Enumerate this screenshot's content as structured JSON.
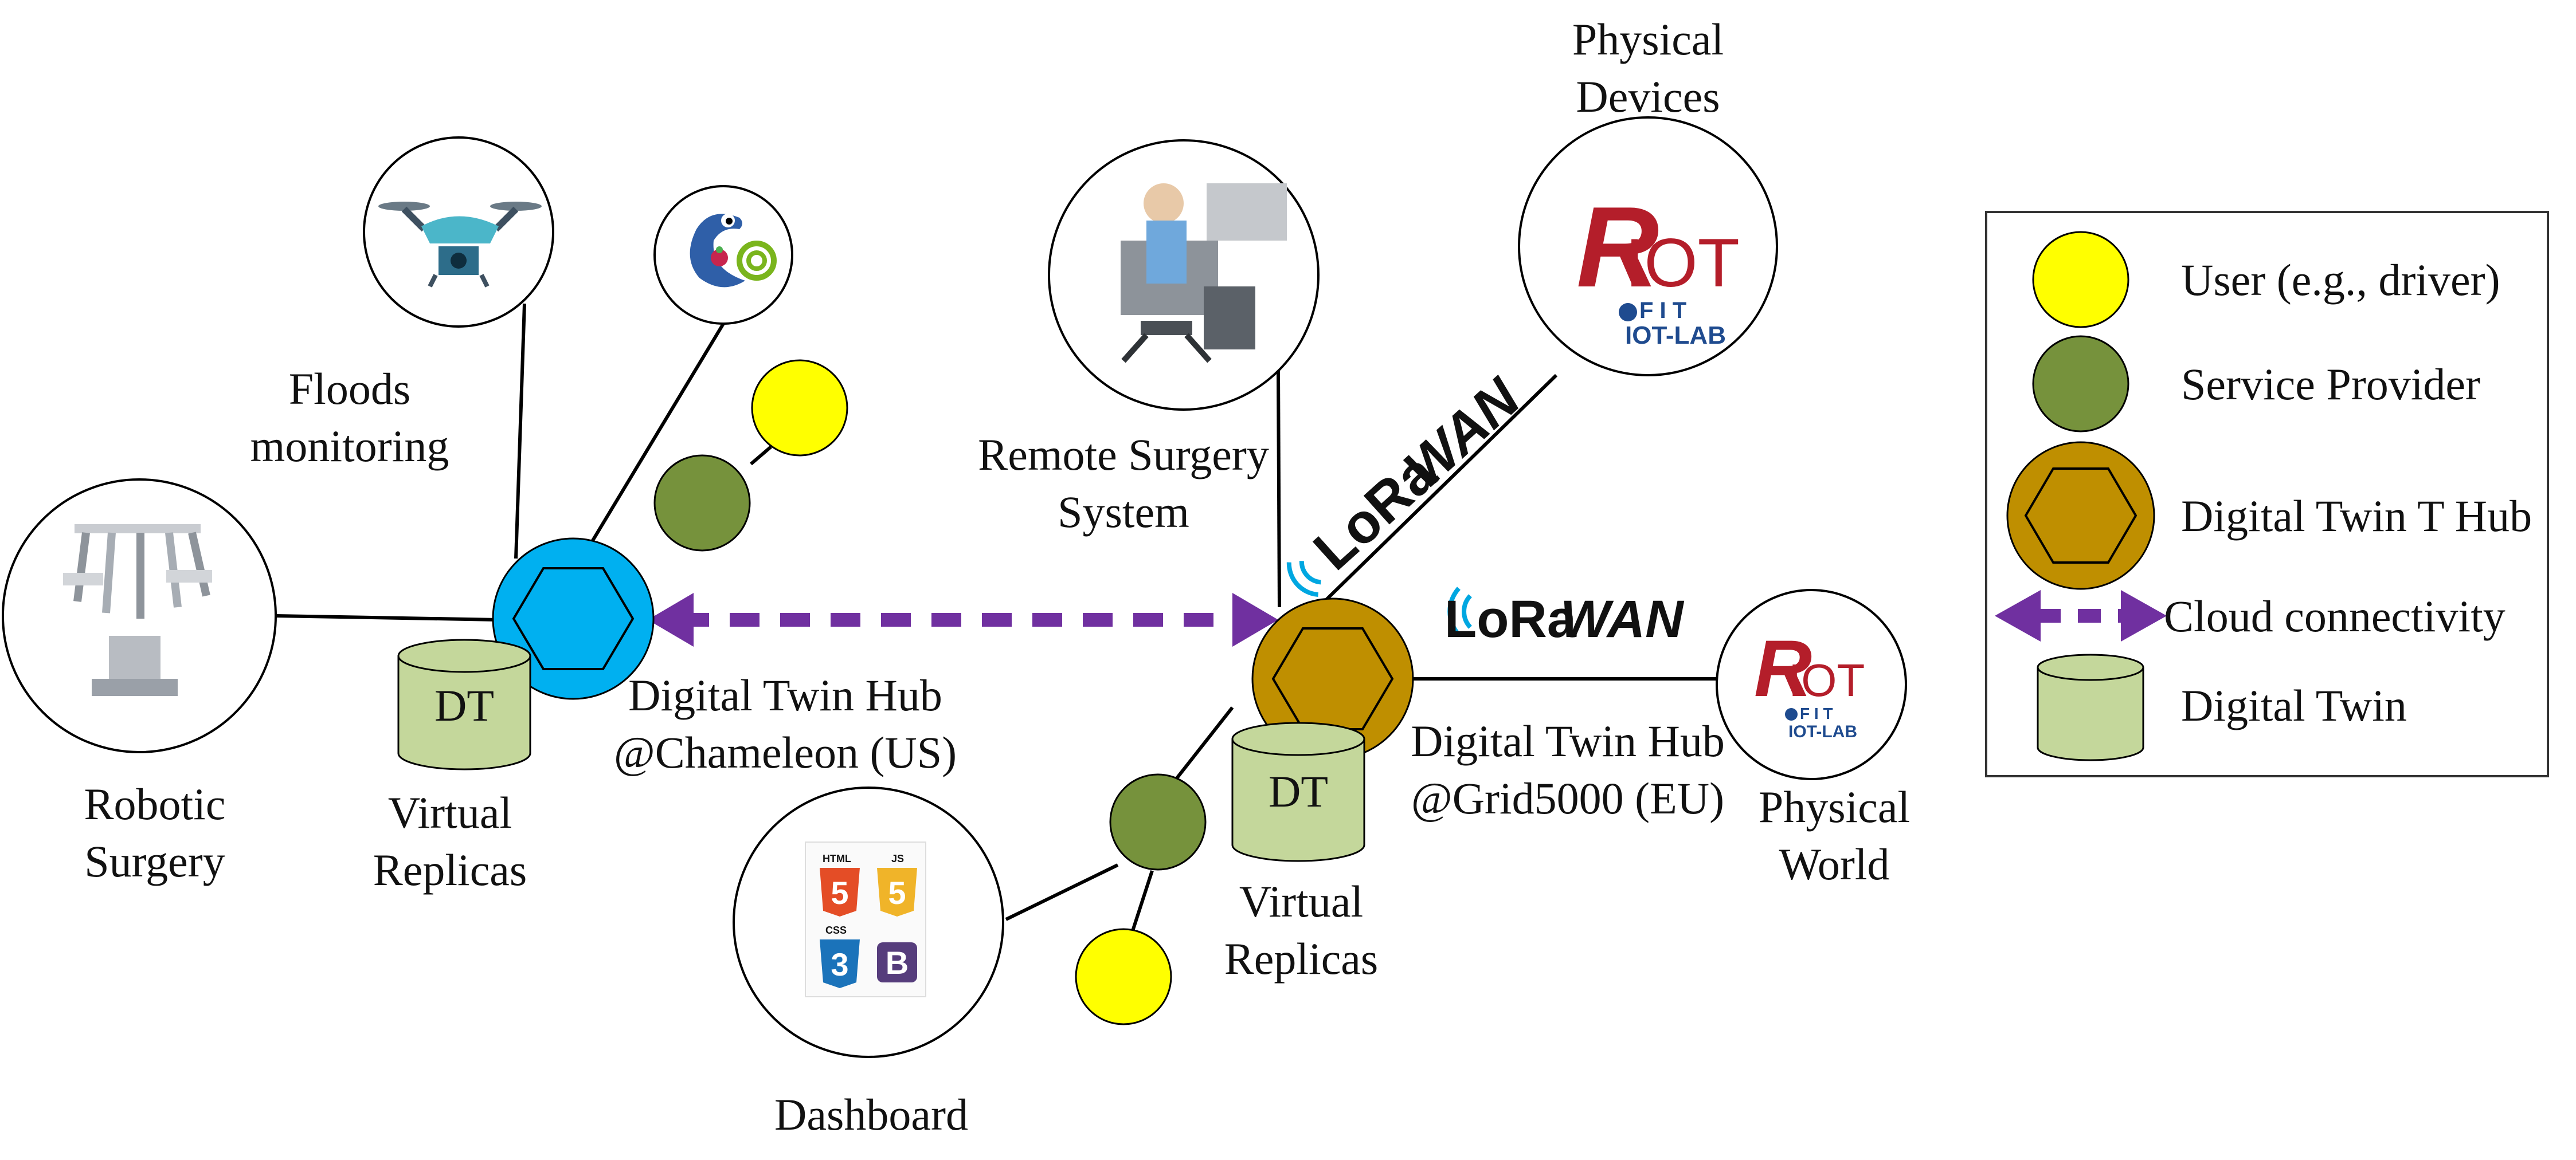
{
  "labels": {
    "physical_devices_1": "Physical",
    "physical_devices_2": "Devices",
    "floods_1": "Floods",
    "floods_2": "monitoring",
    "remote_surgery_1": "Remote Surgery",
    "remote_surgery_2": "System",
    "robotic_1": "Robotic",
    "robotic_2": "Surgery",
    "virtual_left_1": "Virtual",
    "virtual_left_2": "Replicas",
    "virtual_right_1": "Virtual",
    "virtual_right_2": "Replicas",
    "hub_us_1": "Digital Twin Hub",
    "hub_us_2": "@Chameleon (US)",
    "hub_eu_1": "Digital Twin Hub",
    "hub_eu_2": "@Grid5000 (EU)",
    "physical_world_1": "Physical",
    "physical_world_2": "World",
    "dashboard": "Dashboard",
    "dt_left": "DT",
    "dt_right": "DT"
  },
  "lorawan": {
    "lora": "LoRa",
    "wan": "WAN"
  },
  "riot": {
    "r": "R",
    "iot": "IOT",
    "fit": "F I T",
    "iotlab": "IOT-LAB"
  },
  "web_tech": {
    "html": "HTML",
    "js": "JS",
    "css": "CSS",
    "html_num": "5",
    "js_num": "5",
    "css_num": "3",
    "bootstrap": "B"
  },
  "legend": {
    "user": "User (e.g., driver)",
    "service_provider": "Service Provider",
    "hub": "Digital Twin T Hub",
    "cloud": "Cloud connectivity",
    "digital_twin": "Digital Twin"
  },
  "colors": {
    "user": "#ffff00",
    "service_provider": "#76923c",
    "hub_eu": "#bf8f00",
    "hub_us": "#00b0f0",
    "cloud_arrow": "#7030a0",
    "digital_twin": "#c4d79b",
    "lorawan_blue": "#00a7e1"
  }
}
